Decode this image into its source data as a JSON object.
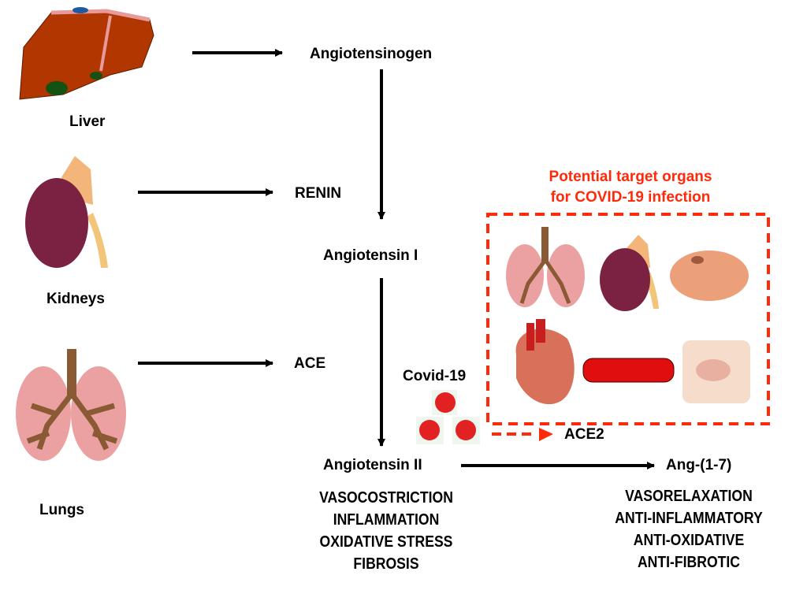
{
  "organs": {
    "liver": "Liver",
    "kidneys": "Kidneys",
    "lungs": "Lungs"
  },
  "pathway": {
    "angiotensinogen": "Angiotensinogen",
    "renin": "RENIN",
    "angiotensin_i": "Angiotensin I",
    "ace": "ACE",
    "angiotensin_ii": "Angiotensin II",
    "ace2": "ACE2",
    "ang_1_7": "Ang-(1-7)",
    "covid": "Covid-19"
  },
  "target_box": {
    "title_line1": "Potential target organs",
    "title_line2": "for COVID-19 infection",
    "organs": [
      "lungs",
      "kidney",
      "brain",
      "heart",
      "blood-vessel",
      "intestine"
    ]
  },
  "ang_ii_effects": [
    "VASOCOSTRICTION",
    "INFLAMMATION",
    "OXIDATIVE STRESS",
    "FIBROSIS"
  ],
  "ang_1_7_effects": [
    "VASORELAXATION",
    "ANTI-INFLAMMATORY",
    "ANTI-OXIDATIVE",
    "ANTI-FIBROTIC"
  ],
  "colors": {
    "accent_red": "#ff2a0a",
    "liver": "#b23600",
    "kidney": "#7b2141",
    "lung": "#eba1a1",
    "bronchi": "#8a5a35"
  }
}
